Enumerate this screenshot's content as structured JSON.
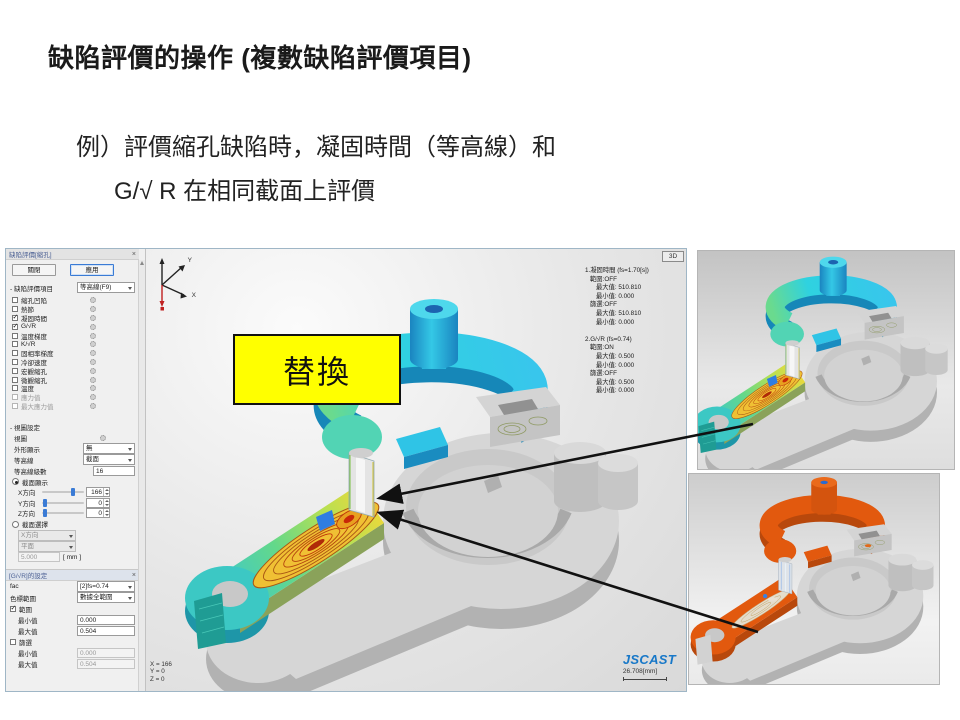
{
  "slide": {
    "title": "缺陷評價的操作 (複數缺陷評價項目)",
    "body_line1": "例）評價縮孔缺陷時，凝固時間（等高線）和",
    "body_line2": "G/√ R 在相同截面上評價"
  },
  "annotation": {
    "replace_label": "替換"
  },
  "colors": {
    "highlight": "#ffff00",
    "part_cyan": "#2fd0e8",
    "part_orange": "#e2590e",
    "logo_blue": "#1878c8"
  },
  "panel": {
    "dialog1": {
      "title": "缺陷評價[縮孔]",
      "close_icon": "×",
      "close_button": "關閉",
      "apply_button": "應用",
      "section_label": "- 缺陷評價項目",
      "display_mode": "等高線(F9)",
      "items": [
        {
          "label": "縮孔凹陷",
          "checked": false
        },
        {
          "label": "熱節",
          "checked": false
        },
        {
          "label": "凝固時間",
          "checked": true
        },
        {
          "label": "G/√R",
          "checked": true
        },
        {
          "label": "溫度梯度",
          "checked": false
        },
        {
          "label": "K/√R",
          "checked": false
        },
        {
          "label": "固相率梯度",
          "checked": false
        },
        {
          "label": "冷卻速度",
          "checked": false
        },
        {
          "label": "宏觀縮孔",
          "checked": false
        },
        {
          "label": "微觀縮孔",
          "checked": false
        },
        {
          "label": "溫度",
          "checked": false
        },
        {
          "label": "應力值",
          "checked": false,
          "disabled": true
        },
        {
          "label": "最大應力值",
          "checked": false,
          "disabled": true
        }
      ]
    },
    "view_settings": {
      "section_label": "- 視圖設定",
      "view_label": "視圖",
      "shape_display_label": "外形顯示",
      "shape_display_value": "無",
      "contour_label": "等高線",
      "contour_value": "截面",
      "levels_label": "等高線級數",
      "levels_value": "16",
      "section_display_label": "截面顯示",
      "sliders": [
        {
          "label": "X方向",
          "value": "166"
        },
        {
          "label": "Y方向",
          "value": "0"
        },
        {
          "label": "Z方向",
          "value": "0"
        }
      ],
      "section_select_label": "截面選擇",
      "select_dd1": "X方向",
      "select_dd2": "平面",
      "offset_value": "5.000",
      "offset_unit": "[ mm ]"
    },
    "dialog2": {
      "title": "[G/√R]的設定",
      "close_icon": "×",
      "fac_label": "fac",
      "fac_value": "[2]fs=0.74",
      "colorbar_label": "色標範圍",
      "colorbar_value": "數據全範圍",
      "range_label": "範圍",
      "range_checked": true,
      "range_min_label": "最小值",
      "range_min": "0.000",
      "range_max_label": "最大值",
      "range_max": "0.504",
      "filter_label": "篩選",
      "filter_checked": false,
      "filter_min_label": "最小值",
      "filter_min": "0.000",
      "filter_max_label": "最大值",
      "filter_max": "0.504"
    }
  },
  "viewport": {
    "mode_button": "3D",
    "axis": {
      "x": "X",
      "y": "Y"
    },
    "info_lines": [
      {
        "t": "1.凝固時間 (fs=1.70[s])"
      },
      {
        "t": "範圍:OFF"
      },
      {
        "t": "最大值: 510.810"
      },
      {
        "t": "最小值: 0.000"
      },
      {
        "t": "篩選:OFF"
      },
      {
        "t": "最大值: 510.810"
      },
      {
        "t": "最小值: 0.000"
      },
      {
        "t": ""
      },
      {
        "t": "2.G/√R (fs=0.74)"
      },
      {
        "t": "範圍:ON"
      },
      {
        "t": "最大值: 0.500"
      },
      {
        "t": "最小值: 0.000"
      },
      {
        "t": "篩選:OFF"
      },
      {
        "t": "最大值: 0.500"
      },
      {
        "t": "最小值: 0.000"
      }
    ],
    "coords": [
      "X = 166",
      "Y = 0",
      "Z = 0"
    ],
    "logo": "JSCAST",
    "scale_text": "26.708[mm]"
  }
}
